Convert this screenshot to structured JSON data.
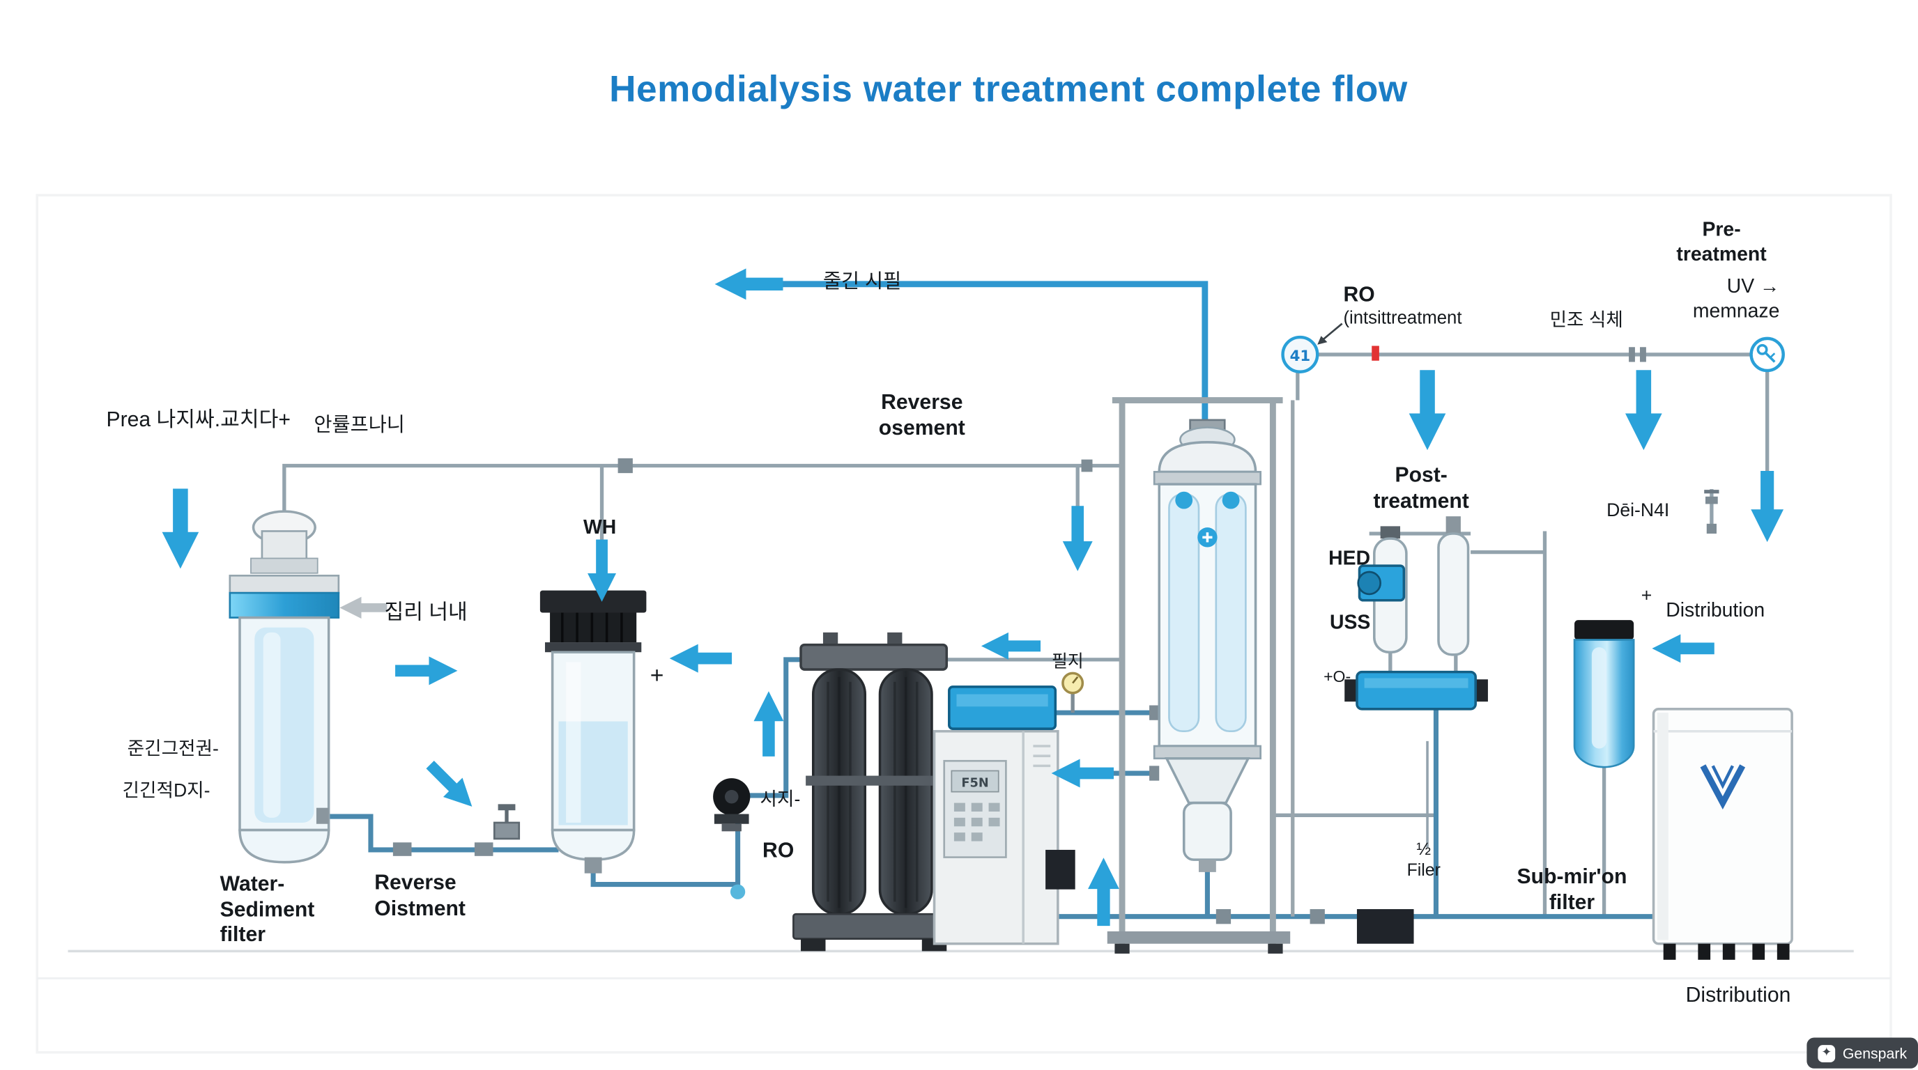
{
  "title": "Hemodialysis water treatment complete flow",
  "labels": {
    "prea": "Prea 나지싸.교치다+",
    "anryu": "안률프나니",
    "julgin": "줄긴 시필",
    "reverse_osement": "Reverse\nosement",
    "jimni": "집리 너내",
    "wh": "WH",
    "jungin": "준긴그전권-",
    "gingin": "긴긴적D지-",
    "water_sediment_filter": "Water-\nSediment\nfilter",
    "reverse_oistment": "Reverse\nOistment",
    "plus_feed": "+",
    "siji": "시지-",
    "ro_pump": "RO",
    "pilji": "필지",
    "ro_instrument": "RO",
    "ro_instrument_sub": "(intsittreatment",
    "minjo": "민조 식체",
    "pre_treatment": "Pre-\ntreatment",
    "uv_membrane": "UV →\nmemnaze",
    "post_treatment": "Post-\ntreatment",
    "hed": "HED",
    "uss": "USS",
    "dei": "Dēi-N4I",
    "plus_distribution": "+",
    "distribution_mid": "Distribution",
    "filer": "½\nFiler",
    "sub_micron_filter": "Sub-mir'on\nfilter",
    "distribution_bottom": "Distribution",
    "plus_o": "+O-",
    "inline_gauge": "41",
    "cabinet_display": "F5N"
  },
  "badge": {
    "label": "Genspark"
  },
  "colors": {
    "title_blue": "#1b7dc5",
    "arrow_blue": "#2aa2da",
    "pipe_blue": "#2f97cf",
    "pipe_gray": "#93a3ad",
    "equipment_blue": "#2ba3dc"
  }
}
